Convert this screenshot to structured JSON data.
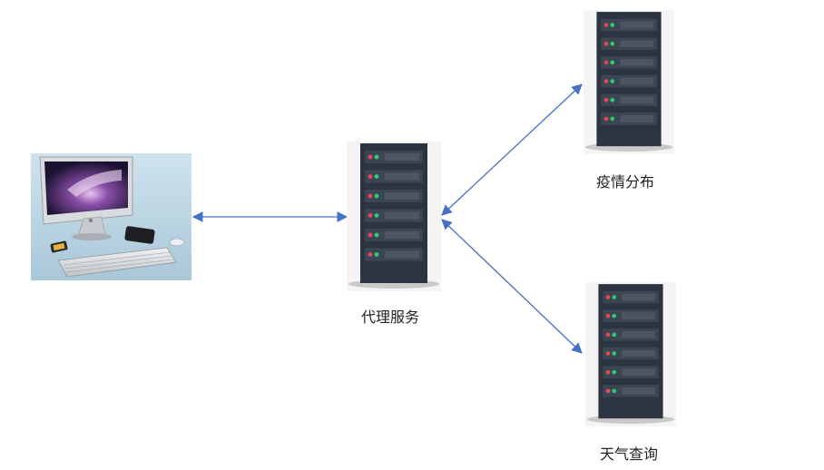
{
  "nodes": {
    "client": {
      "icon": "desktop-computer-icon"
    },
    "proxy": {
      "label": "代理服务",
      "icon": "server-rack-icon"
    },
    "epidemic": {
      "label": "疫情分布",
      "icon": "server-rack-icon"
    },
    "weather": {
      "label": "天气查询",
      "icon": "server-rack-icon"
    }
  },
  "colors": {
    "arrow": "#4472C4",
    "server_body": "#2B3440",
    "server_slot": "#3C4652",
    "led_red": "#E8455A",
    "led_green": "#2ECC71"
  },
  "edges": [
    {
      "from": "client",
      "to": "proxy",
      "direction": "both"
    },
    {
      "from": "proxy",
      "to": "epidemic",
      "direction": "both"
    },
    {
      "from": "proxy",
      "to": "weather",
      "direction": "both"
    }
  ]
}
